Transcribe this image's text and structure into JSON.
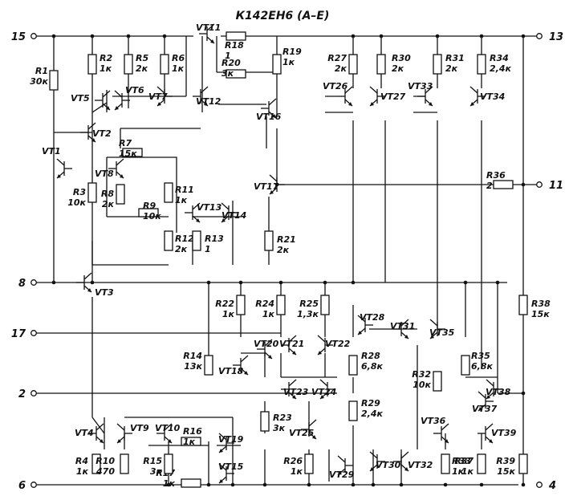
{
  "title": "К142ЕН6 (А–Е)",
  "pins": {
    "p15": "15",
    "p13": "13",
    "p11": "11",
    "p8": "8",
    "p17": "17",
    "p2": "2",
    "p6": "6",
    "p4": "4"
  },
  "resistors": {
    "R1": [
      "R1",
      "30к"
    ],
    "R2": [
      "R2",
      "1к"
    ],
    "R5": [
      "R5",
      "2к"
    ],
    "R6": [
      "R6",
      "1к"
    ],
    "R18": [
      "R18",
      "1"
    ],
    "R20": [
      "R20",
      "3к"
    ],
    "R19": [
      "R19",
      "1к"
    ],
    "R27": [
      "R27",
      "2к"
    ],
    "R30": [
      "R30",
      "2к"
    ],
    "R31": [
      "R31",
      "2к"
    ],
    "R34": [
      "R34",
      "2,4к"
    ],
    "R7": [
      "R7",
      "15к"
    ],
    "R3": [
      "R3",
      "10к"
    ],
    "R8": [
      "R8",
      "2к"
    ],
    "R9": [
      "R9",
      "10к"
    ],
    "R11": [
      "R11",
      "1к"
    ],
    "R12": [
      "R12",
      "2к"
    ],
    "R13": [
      "R13",
      "1"
    ],
    "R21": [
      "R21",
      "2к"
    ],
    "R36": [
      "R36",
      "2"
    ],
    "R22": [
      "R22",
      "1к"
    ],
    "R24": [
      "R24",
      "1к"
    ],
    "R25": [
      "R25",
      "1,3к"
    ],
    "R38": [
      "R38",
      "15к"
    ],
    "R14": [
      "R14",
      "13к"
    ],
    "R28": [
      "R28",
      "6,8к"
    ],
    "R35": [
      "R35",
      "6,8к"
    ],
    "R32": [
      "R32",
      "10к"
    ],
    "R29": [
      "R29",
      "2,4к"
    ],
    "R23": [
      "R23",
      "3к"
    ],
    "R16": [
      "R16",
      "1к"
    ],
    "R17": [
      "R17",
      "1к"
    ],
    "R4": [
      "R4",
      "1к"
    ],
    "R10": [
      "R10",
      "470"
    ],
    "R15": [
      "R15",
      "3к"
    ],
    "R26": [
      "R26",
      "1к"
    ],
    "R33": [
      "R33",
      "1к"
    ],
    "R37": [
      "R37",
      "1к"
    ],
    "R39": [
      "R39",
      "15к"
    ]
  },
  "transistors": {
    "VT1": "VT1",
    "VT2": "VT2",
    "VT3": "VT3",
    "VT4": "VT4",
    "VT5": "VT5",
    "VT6": "VT6",
    "VT7": "VT7",
    "VT8": "VT8",
    "VT9": "VT9",
    "VT10": "VT10",
    "VT11": "VT11",
    "VT12": "VT12",
    "VT13": "VT13",
    "VT14": "VT14",
    "VT15": "VT15",
    "VT16": "VT16",
    "VT17": "VT17",
    "VT18": "VT18",
    "VT19": "VT19",
    "VT20": "VT20",
    "VT21": "VT21",
    "VT22": "VT22",
    "VT23": "VT23",
    "VT24": "VT24",
    "VT25": "VT25",
    "VT26": "VT26",
    "VT27": "VT27",
    "VT28": "VT28",
    "VT29": "VT29",
    "VT30": "VT30",
    "VT31": "VT31",
    "VT32": "VT32",
    "VT33": "VT33",
    "VT34": "VT34",
    "VT35": "VT35",
    "VT36": "VT36",
    "VT37": "VT37",
    "VT38": "VT38",
    "VT39": "VT39"
  }
}
